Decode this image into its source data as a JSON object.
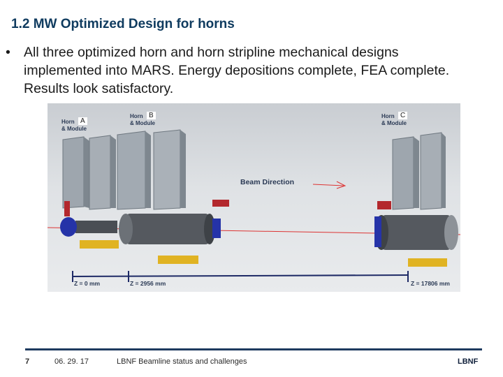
{
  "slide": {
    "title": "1.2 MW Optimized Design for horns",
    "bullet": "All three optimized horn and horn stripline mechanical designs implemented into MARS. Energy depositions complete, FEA complete. Results look satisfactory."
  },
  "figure": {
    "label_a_text": "Horn\n& Module",
    "label_a_letter": "A",
    "label_b_text": "Horn\n& Module",
    "label_b_letter": "B",
    "label_c_text": "Horn\n& Module",
    "label_c_letter": "C",
    "beam_label": "Beam Direction",
    "z0": "Z = 0 mm",
    "z1": "Z = 2956 mm",
    "z2": "Z = 17806 mm"
  },
  "footer": {
    "page": "7",
    "date": "06. 29. 17",
    "subtitle": "LBNF Beamline status and challenges",
    "brand": "LBNF"
  },
  "colors": {
    "title": "#0f3b5f",
    "footer_line": "#1e3a5f"
  }
}
